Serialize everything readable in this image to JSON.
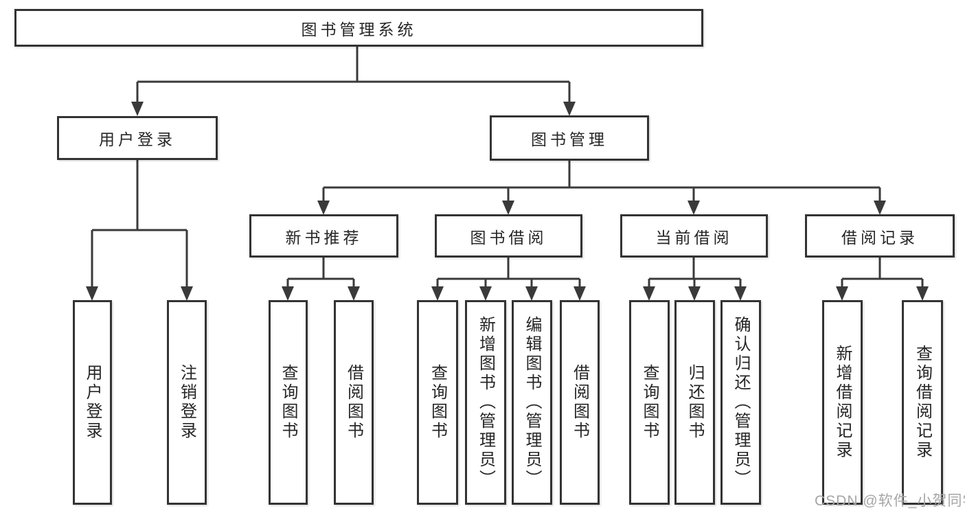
{
  "chart": {
    "title": "图书管理系统",
    "branches": [
      {
        "label": "用户登录",
        "children": [
          "用户登录",
          "注销登录"
        ]
      },
      {
        "label": "图书管理",
        "modules": [
          {
            "label": "新书推荐",
            "children": [
              "查询图书",
              "借阅图书"
            ]
          },
          {
            "label": "图书借阅",
            "children": [
              "查询图书",
              "新增图书（管理员）",
              "编辑图书（管理员）",
              "借阅图书"
            ]
          },
          {
            "label": "当前借阅",
            "children": [
              "查询图书",
              "归还图书",
              "确认归还（管理员）"
            ]
          },
          {
            "label": "借阅记录",
            "children": [
              "新增借阅记录",
              "查询借阅记录"
            ]
          }
        ]
      }
    ],
    "watermark": "CSDN @软件_小贺同学",
    "colors": {
      "line": "#3a3a3a",
      "box_border": "#333333",
      "text": "#262626",
      "watermark": "#a6a6a6",
      "background": "#ffffff"
    }
  }
}
